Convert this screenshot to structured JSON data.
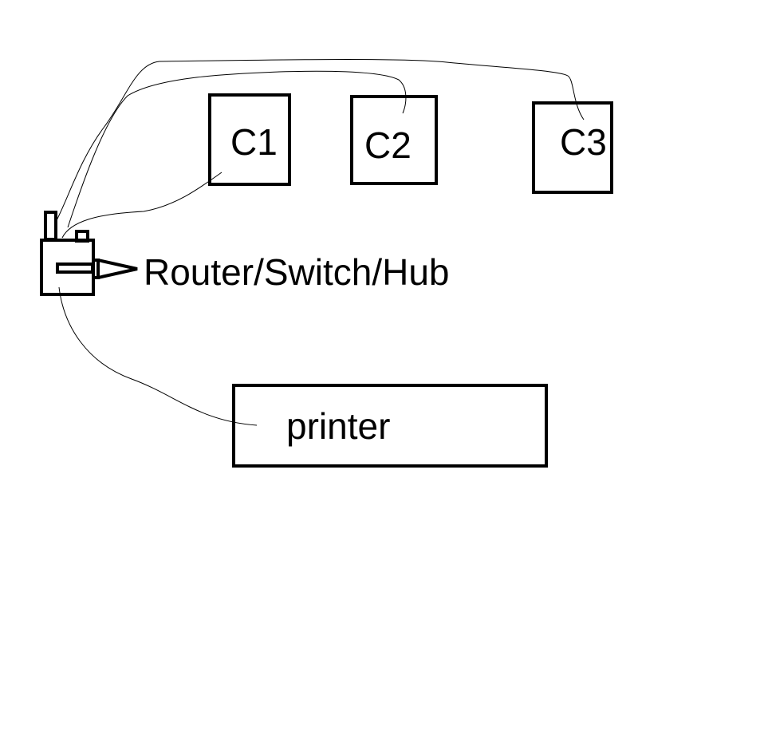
{
  "nodes": {
    "c1": {
      "label": "C1"
    },
    "c2": {
      "label": "C2"
    },
    "c3": {
      "label": "C3"
    },
    "printer": {
      "label": "printer"
    },
    "router": {
      "label": "Router/Switch/Hub"
    }
  },
  "edges": [
    {
      "from": "router",
      "to": "c1"
    },
    {
      "from": "router",
      "to": "c2"
    },
    {
      "from": "router",
      "to": "c3"
    },
    {
      "from": "router",
      "to": "printer"
    }
  ]
}
